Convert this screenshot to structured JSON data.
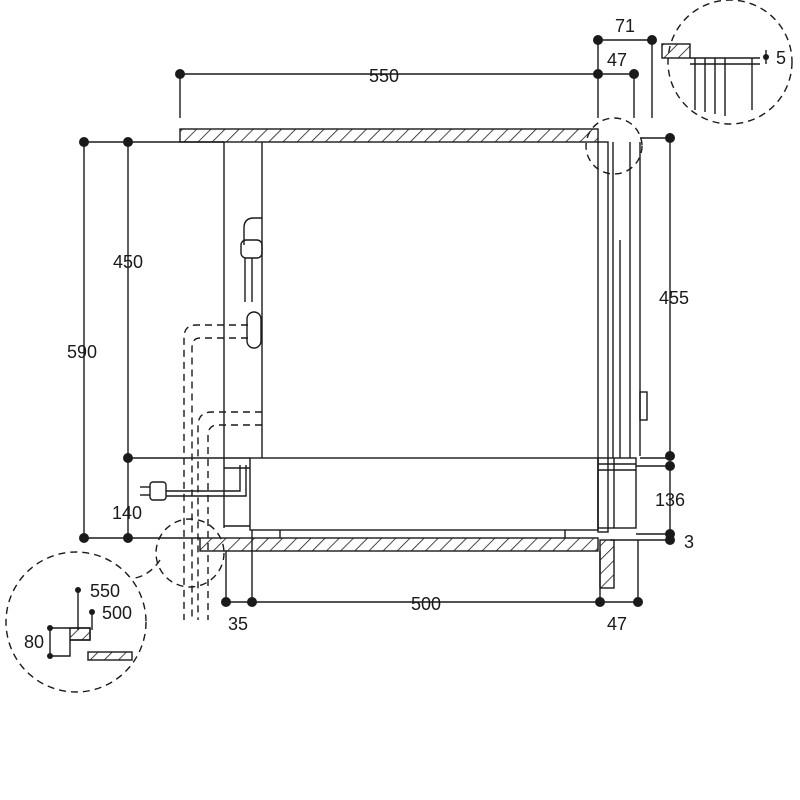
{
  "diagram": {
    "dimensions": {
      "top_width": "550",
      "right_top_outer": "71",
      "right_top_inner": "47",
      "detail_gap": "5",
      "left_total_height": "590",
      "left_upper_height": "450",
      "left_lower_height": "140",
      "right_height": "455",
      "drawer_height": "136",
      "floor_gap": "3",
      "bottom_width": "500",
      "bottom_left_offset": "35",
      "bottom_right_offset": "47",
      "detail_550": "550",
      "detail_500": "500",
      "detail_80": "80"
    },
    "colors": {
      "line": "#1a1a1a",
      "hatch": "#1a1a1a",
      "background": "#ffffff"
    }
  }
}
